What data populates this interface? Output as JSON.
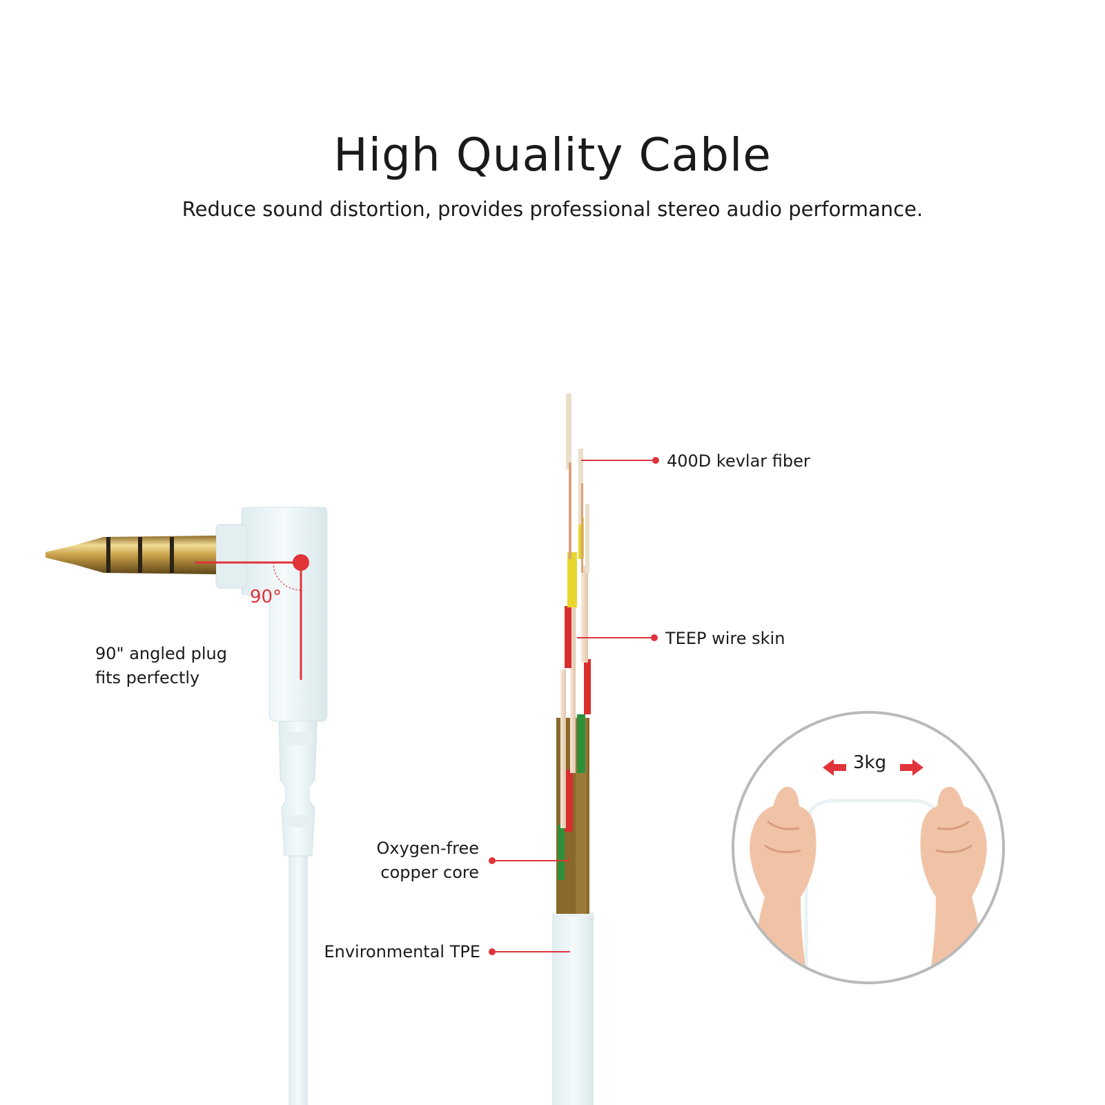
{
  "header": {
    "title": "High Quality Cable",
    "subtitle": "Reduce sound distortion, provides professional stereo audio performance."
  },
  "plug": {
    "angle_label": "90°",
    "caption_line1": "90\" angled plug",
    "caption_line2": "fits perfectly"
  },
  "cable_layers": {
    "kevlar": "400D kevlar fiber",
    "teep": "TEEP wire skin",
    "copper_line1": "Oxygen-free",
    "copper_line2": "copper core",
    "tpe": "Environmental TPE"
  },
  "strength_test": {
    "force_label": "3kg"
  },
  "colors": {
    "accent": "#e0333a",
    "gold": "#c9a24a",
    "copper": "#8a6a2c",
    "cable_white": "#eef5f7"
  }
}
